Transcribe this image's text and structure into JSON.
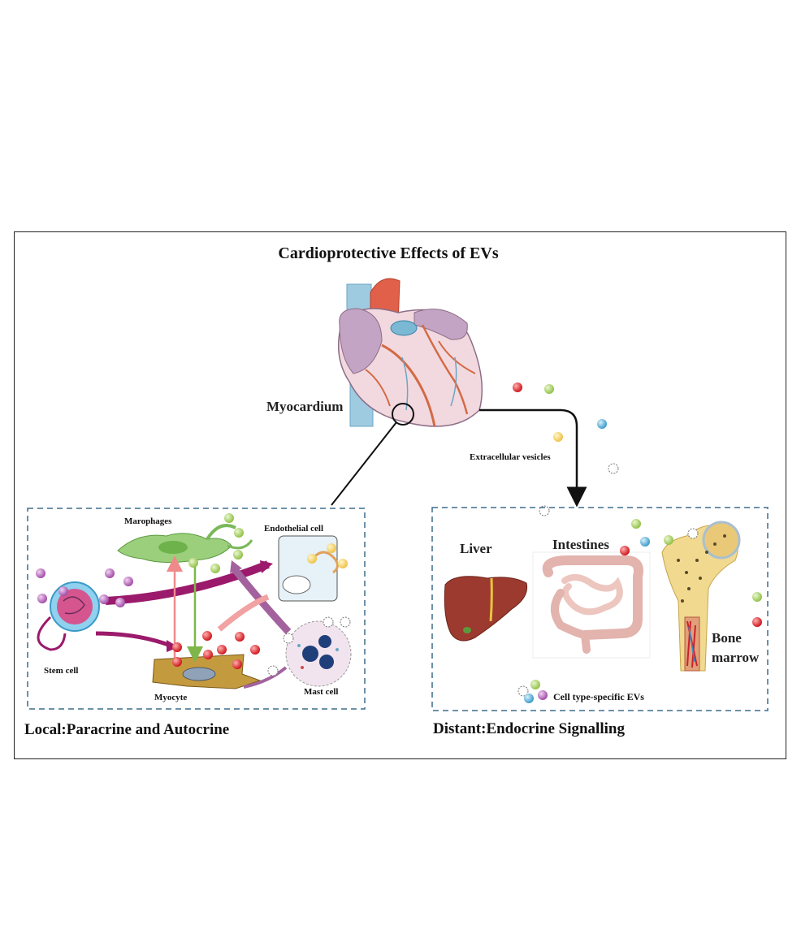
{
  "title": "Cardioprotective Effects of EVs",
  "heart_label": "Myocardium",
  "ev_label": "Extracellular vesicles",
  "local": {
    "caption": "Local:Paracrine and Autocrine",
    "cells": {
      "macrophages": "Marophages",
      "endothelial": "Endothelial cell",
      "stem": "Stem cell",
      "myocyte": "Myocyte",
      "mast": "Mast cell"
    }
  },
  "distant": {
    "caption": "Distant:Endocrine Signalling",
    "organs": {
      "liver": "Liver",
      "intestines": "Intestines",
      "bone_line1": "Bone",
      "bone_line2": "marrow"
    },
    "legend": "Cell type-specific EVs"
  },
  "colors": {
    "vesicle_red": "#e0262b",
    "vesicle_green": "#a9d06a",
    "vesicle_blue": "#5fb3d8",
    "vesicle_yellow": "#f5d56a",
    "vesicle_purple": "#b46ab8",
    "arrow_magenta": "#9b1a6b",
    "panel_border": "#3d6d8c"
  }
}
